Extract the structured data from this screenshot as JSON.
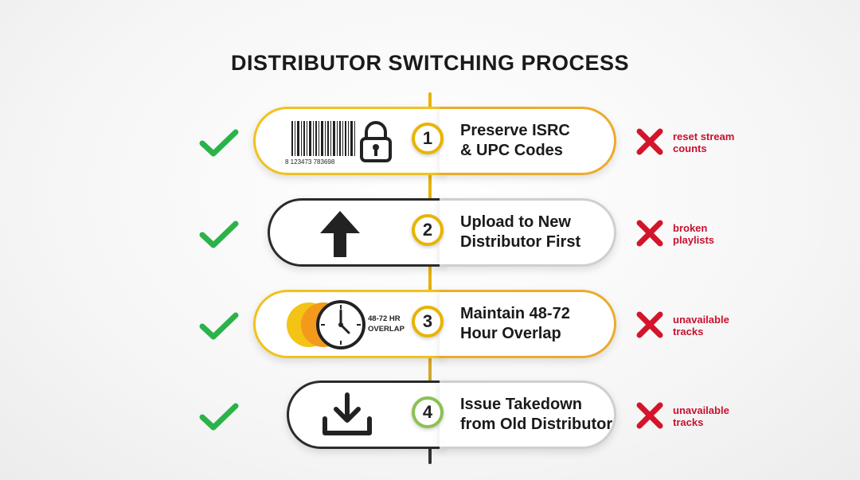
{
  "title": "DISTRIBUTOR SWITCHING PROCESS",
  "colors": {
    "check": "#2bb34a",
    "cross": "#d4142a",
    "amber": "#e8b400",
    "green": "#8cc152"
  },
  "steps": [
    {
      "number": "1",
      "line1": "Preserve ISRC",
      "line2": "& UPC Codes",
      "icon": "barcode-lock-icon",
      "barcode_text": "8  123473  783698",
      "risk1": "reset stream",
      "risk2": "counts"
    },
    {
      "number": "2",
      "line1": "Upload to New",
      "line2": "Distributor First",
      "icon": "up-arrow-icon",
      "risk1": "broken",
      "risk2": "playlists"
    },
    {
      "number": "3",
      "line1": "Maintain 48-72",
      "line2": "Hour Overlap",
      "icon": "clock-icon",
      "overlap1": "48-72 HR",
      "overlap2": "OVERLAP",
      "risk1": "unavailable",
      "risk2": "tracks"
    },
    {
      "number": "4",
      "line1": "Issue Takedown",
      "line2": "from Old Distributor",
      "icon": "download-icon",
      "risk1": "unavailable",
      "risk2": "tracks"
    }
  ]
}
